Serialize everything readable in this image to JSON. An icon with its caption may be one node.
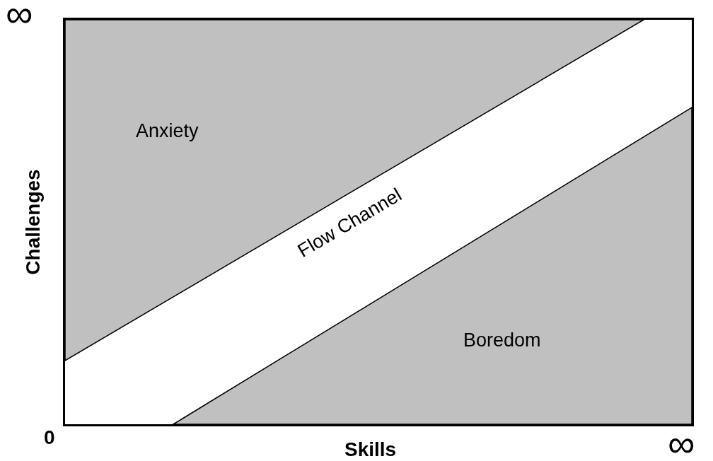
{
  "diagram": {
    "nodes": [
      {
        "text": [
          "Anxiety"
        ]
      },
      {
        "text": [
          "Flow Channel"
        ]
      },
      {
        "text": [
          "Boredom"
        ]
      }
    ],
    "labels": [
      "∞",
      "Challenges",
      "0",
      "Skills",
      "∞"
    ]
  }
}
